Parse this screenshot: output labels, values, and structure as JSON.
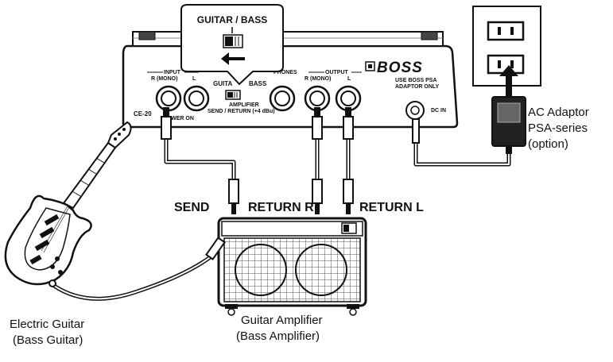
{
  "callout": {
    "switch_label": "GUITAR / BASS"
  },
  "pedal": {
    "brand": "BOSS",
    "model": "CE-20",
    "input_label": "INPUT",
    "input_r_mono": "R (MONO)",
    "input_l": "L",
    "power_on": "POWER ON",
    "switch_left": "GUITA",
    "switch_right": "BASS",
    "amplifier_line1": "AMPLIFIER",
    "amplifier_line2": "SEND / RETURN (+4 dBu)",
    "phones": "PHONES",
    "output_label": "OUTPUT",
    "output_r_mono": "R (MONO)",
    "output_l": "L",
    "adaptor_note_line1": "USE BOSS PSA",
    "adaptor_note_line2": "ADAPTOR ONLY",
    "dc_in": "DC IN"
  },
  "labels": {
    "send": "SEND",
    "return_r": "RETURN R",
    "return_l": "RETURN L",
    "ac_adaptor_line1": "AC Adaptor",
    "ac_adaptor_line2": "PSA-series",
    "ac_adaptor_line3": "(option)",
    "guitar_line1": "Electric Guitar",
    "guitar_line2": "(Bass Guitar)",
    "amp_line1": "Guitar Amplifier",
    "amp_line2": "(Bass Amplifier)"
  }
}
